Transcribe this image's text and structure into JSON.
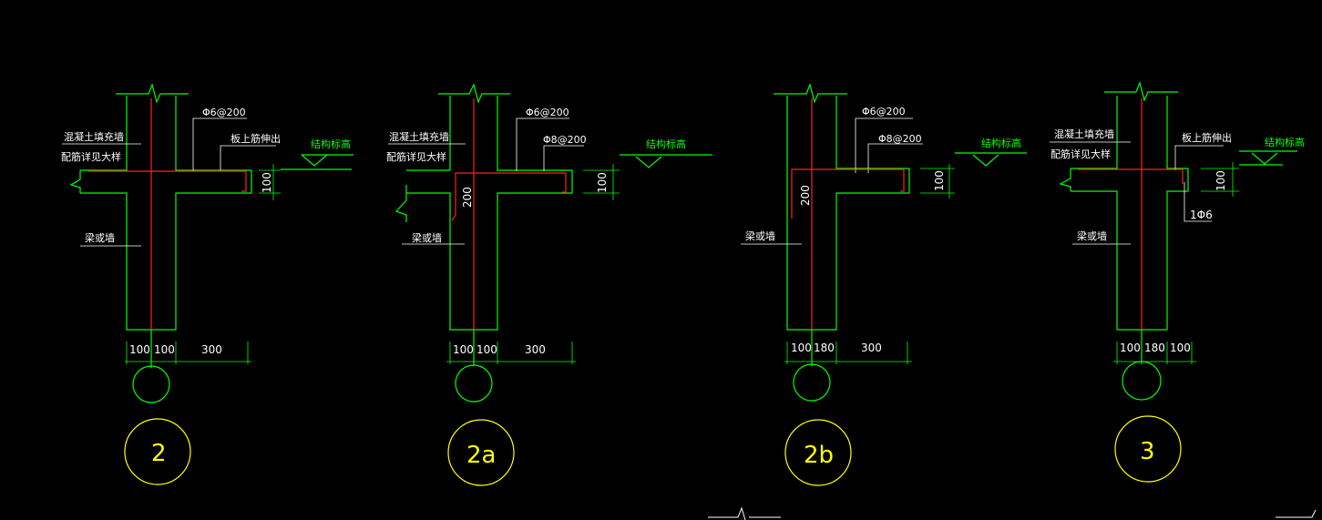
{
  "colors": {
    "background": "#000000",
    "outline": "#00ff00",
    "rebar": "#ff2020",
    "text": "#ffffff",
    "elevation_label": "#00ff00",
    "detail_tag": "#ffff00"
  },
  "details": [
    {
      "id": "2",
      "tag": "2",
      "labels": {
        "infill": "混凝土填充墙",
        "reinforcement": "配筋详见大样",
        "beam_wall": "梁或墙",
        "rebar1": "Φ6@200",
        "extend": "板上筋伸出",
        "elevation": "结构标高",
        "slab_thk": "100"
      },
      "dims": [
        "100",
        "100",
        "300"
      ]
    },
    {
      "id": "2a",
      "tag": "2a",
      "labels": {
        "infill": "混凝土填充墙",
        "reinforcement": "配筋详见大样",
        "beam_wall": "梁或墙",
        "rebar1": "Φ6@200",
        "rebar2": "Φ8@200",
        "elevation": "结构标高",
        "slab_thk": "100",
        "vertical": "200"
      },
      "dims": [
        "100",
        "100",
        "300"
      ]
    },
    {
      "id": "2b",
      "tag": "2b",
      "labels": {
        "beam_wall": "梁或墙",
        "rebar1": "Φ6@200",
        "rebar2": "Φ8@200",
        "elevation": "结构标高",
        "slab_thk": "100",
        "vertical": "200"
      },
      "dims": [
        "100",
        "180",
        "300"
      ]
    },
    {
      "id": "3",
      "tag": "3",
      "labels": {
        "infill": "混凝土填充墙",
        "reinforcement": "配筋详见大样",
        "beam_wall": "梁或墙",
        "extend": "板上筋伸出",
        "bar": "1Φ6",
        "elevation": "结构标高",
        "slab_thk": "100"
      },
      "dims": [
        "100",
        "180",
        "100"
      ]
    }
  ]
}
